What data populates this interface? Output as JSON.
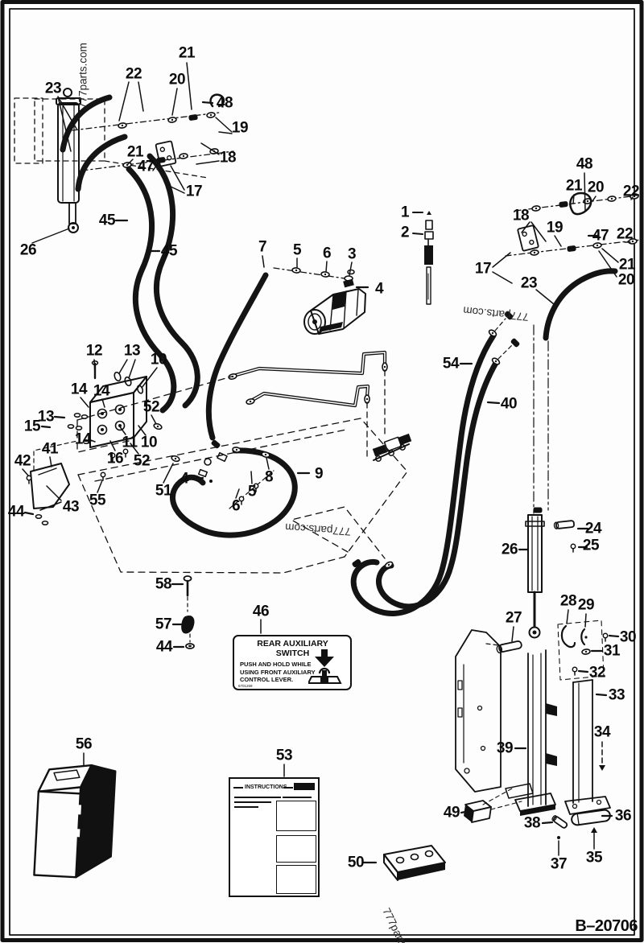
{
  "page": {
    "ref_code": "B–20706",
    "watermark": "777parts.com",
    "ink_color": "#111111",
    "paper_color": "#fdfdfd"
  },
  "callouts": [
    {
      "n": "23"
    },
    {
      "n": "22"
    },
    {
      "n": "21"
    },
    {
      "n": "20"
    },
    {
      "n": "48"
    },
    {
      "n": "19"
    },
    {
      "n": "18"
    },
    {
      "n": "21"
    },
    {
      "n": "47"
    },
    {
      "n": "17"
    },
    {
      "n": "45"
    },
    {
      "n": "45"
    },
    {
      "n": "26"
    },
    {
      "n": "7"
    },
    {
      "n": "5"
    },
    {
      "n": "6"
    },
    {
      "n": "3"
    },
    {
      "n": "4"
    },
    {
      "n": "1"
    },
    {
      "n": "2"
    },
    {
      "n": "48"
    },
    {
      "n": "21"
    },
    {
      "n": "20"
    },
    {
      "n": "22"
    },
    {
      "n": "18"
    },
    {
      "n": "19"
    },
    {
      "n": "47"
    },
    {
      "n": "22"
    },
    {
      "n": "21"
    },
    {
      "n": "20"
    },
    {
      "n": "17"
    },
    {
      "n": "23"
    },
    {
      "n": "54"
    },
    {
      "n": "40"
    },
    {
      "n": "12"
    },
    {
      "n": "13"
    },
    {
      "n": "10"
    },
    {
      "n": "14"
    },
    {
      "n": "14"
    },
    {
      "n": "13"
    },
    {
      "n": "15"
    },
    {
      "n": "14"
    },
    {
      "n": "52"
    },
    {
      "n": "11"
    },
    {
      "n": "10"
    },
    {
      "n": "16"
    },
    {
      "n": "52"
    },
    {
      "n": "41"
    },
    {
      "n": "42"
    },
    {
      "n": "44"
    },
    {
      "n": "43"
    },
    {
      "n": "55"
    },
    {
      "n": "51"
    },
    {
      "n": "4"
    },
    {
      "n": "8"
    },
    {
      "n": "5"
    },
    {
      "n": "6"
    },
    {
      "n": "9"
    },
    {
      "n": "58"
    },
    {
      "n": "57"
    },
    {
      "n": "44"
    },
    {
      "n": "46"
    },
    {
      "n": "24"
    },
    {
      "n": "25"
    },
    {
      "n": "26"
    },
    {
      "n": "27"
    },
    {
      "n": "28"
    },
    {
      "n": "29"
    },
    {
      "n": "30"
    },
    {
      "n": "31"
    },
    {
      "n": "32"
    },
    {
      "n": "33"
    },
    {
      "n": "39"
    },
    {
      "n": "34"
    },
    {
      "n": "49"
    },
    {
      "n": "38"
    },
    {
      "n": "36"
    },
    {
      "n": "37"
    },
    {
      "n": "35"
    },
    {
      "n": "56"
    },
    {
      "n": "53"
    },
    {
      "n": "50"
    }
  ],
  "rear_switch_label": {
    "title": "REAR AUXILIARY SWITCH",
    "line1": "PUSH AND HOLD WHILE",
    "line2": "USING FRONT AUXILIARY",
    "line3": "CONTROL LEVER.",
    "part_code": "6701269"
  },
  "instruction_sheet": {
    "title": "INSTRUCTIONS"
  }
}
